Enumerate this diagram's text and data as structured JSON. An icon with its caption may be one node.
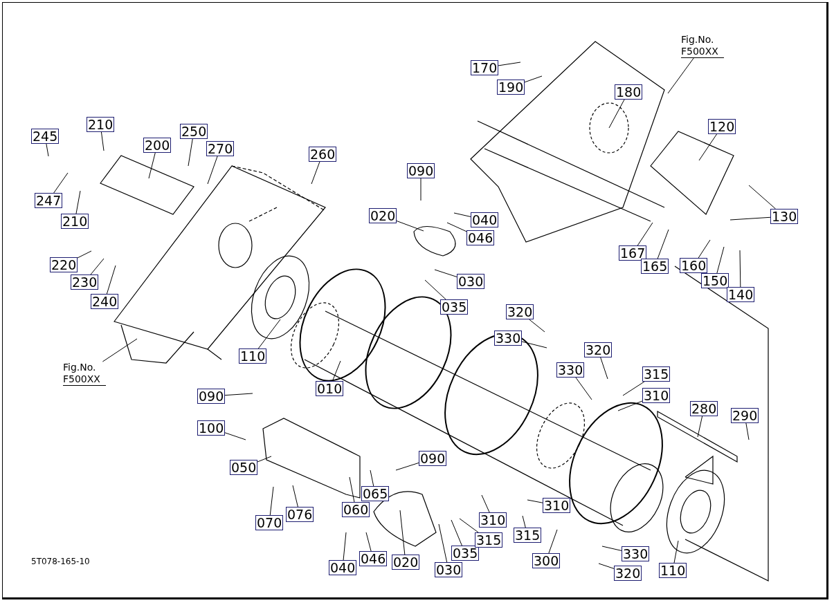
{
  "diagram": {
    "nodes": [
      {
        "text": [
          "245"
        ]
      },
      {
        "text": [
          "210"
        ]
      },
      {
        "text": [
          "200"
        ]
      },
      {
        "text": [
          "250"
        ]
      },
      {
        "text": [
          "270"
        ]
      },
      {
        "text": [
          "260"
        ]
      },
      {
        "text": [
          "247"
        ]
      },
      {
        "text": [
          "210"
        ]
      },
      {
        "text": [
          "220"
        ]
      },
      {
        "text": [
          "230"
        ]
      },
      {
        "text": [
          "240"
        ]
      },
      {
        "text": [
          "Fig.No. F500XX"
        ]
      },
      {
        "text": [
          "110"
        ]
      },
      {
        "text": [
          "010"
        ]
      },
      {
        "text": [
          "170"
        ]
      },
      {
        "text": [
          "190"
        ]
      },
      {
        "text": [
          "Fig.No. F500XX"
        ]
      },
      {
        "text": [
          "180"
        ]
      },
      {
        "text": [
          "120"
        ]
      },
      {
        "text": [
          "130"
        ]
      },
      {
        "text": [
          "090"
        ]
      },
      {
        "text": [
          "020"
        ]
      },
      {
        "text": [
          "040"
        ]
      },
      {
        "text": [
          "046"
        ]
      },
      {
        "text": [
          "030"
        ]
      },
      {
        "text": [
          "035"
        ]
      },
      {
        "text": [
          "167"
        ]
      },
      {
        "text": [
          "165"
        ]
      },
      {
        "text": [
          "160"
        ]
      },
      {
        "text": [
          "150"
        ]
      },
      {
        "text": [
          "140"
        ]
      },
      {
        "text": [
          "320"
        ]
      },
      {
        "text": [
          "330"
        ]
      },
      {
        "text": [
          "320"
        ]
      },
      {
        "text": [
          "330"
        ]
      },
      {
        "text": [
          "315"
        ]
      },
      {
        "text": [
          "310"
        ]
      },
      {
        "text": [
          "280"
        ]
      },
      {
        "text": [
          "290"
        ]
      },
      {
        "text": [
          "090"
        ]
      },
      {
        "text": [
          "100"
        ]
      },
      {
        "text": [
          "050"
        ]
      },
      {
        "text": [
          "090"
        ]
      },
      {
        "text": [
          "065"
        ]
      },
      {
        "text": [
          "060"
        ]
      },
      {
        "text": [
          "070"
        ]
      },
      {
        "text": [
          "076"
        ]
      },
      {
        "text": [
          "040"
        ]
      },
      {
        "text": [
          "046"
        ]
      },
      {
        "text": [
          "020"
        ]
      },
      {
        "text": [
          "030"
        ]
      },
      {
        "text": [
          "035"
        ]
      },
      {
        "text": [
          "310"
        ]
      },
      {
        "text": [
          "315"
        ]
      },
      {
        "text": [
          "310"
        ]
      },
      {
        "text": [
          "315"
        ]
      },
      {
        "text": [
          "300"
        ]
      },
      {
        "text": [
          "330"
        ]
      },
      {
        "text": [
          "320"
        ]
      },
      {
        "text": [
          "110"
        ]
      }
    ],
    "edges": [
      {
        "from": 0,
        "to": null,
        "arrow": "none"
      },
      {
        "from": 1,
        "to": null,
        "arrow": "none"
      },
      {
        "from": 2,
        "to": null,
        "arrow": "none"
      },
      {
        "from": 3,
        "to": null,
        "arrow": "none"
      },
      {
        "from": 4,
        "to": null,
        "arrow": "none"
      },
      {
        "from": 5,
        "to": null,
        "arrow": "none"
      },
      {
        "from": 6,
        "to": null,
        "arrow": "none"
      },
      {
        "from": 7,
        "to": null,
        "arrow": "none"
      },
      {
        "from": 8,
        "to": null,
        "arrow": "none"
      },
      {
        "from": 9,
        "to": null,
        "arrow": "none"
      },
      {
        "from": 10,
        "to": null,
        "arrow": "none"
      },
      {
        "from": 11,
        "to": null,
        "arrow": "none"
      },
      {
        "from": 12,
        "to": null,
        "arrow": "none"
      },
      {
        "from": 13,
        "to": null,
        "arrow": "none"
      },
      {
        "from": 14,
        "to": null,
        "arrow": "none"
      },
      {
        "from": 15,
        "to": null,
        "arrow": "none"
      },
      {
        "from": 16,
        "to": null,
        "arrow": "none"
      },
      {
        "from": 17,
        "to": null,
        "arrow": "none"
      },
      {
        "from": 18,
        "to": null,
        "arrow": "none"
      },
      {
        "from": 19,
        "to": null,
        "arrow": "none"
      },
      {
        "from": 19,
        "to": null,
        "arrow": "none"
      },
      {
        "from": 20,
        "to": null,
        "arrow": "none"
      },
      {
        "from": 21,
        "to": null,
        "arrow": "none"
      },
      {
        "from": 22,
        "to": null,
        "arrow": "none"
      },
      {
        "from": 23,
        "to": null,
        "arrow": "none"
      },
      {
        "from": 24,
        "to": null,
        "arrow": "none"
      },
      {
        "from": 25,
        "to": null,
        "arrow": "none"
      },
      {
        "from": 26,
        "to": null,
        "arrow": "none"
      },
      {
        "from": 27,
        "to": null,
        "arrow": "none"
      },
      {
        "from": 28,
        "to": null,
        "arrow": "none"
      },
      {
        "from": 29,
        "to": null,
        "arrow": "none"
      },
      {
        "from": 30,
        "to": null,
        "arrow": "none"
      },
      {
        "from": 31,
        "to": null,
        "arrow": "none"
      },
      {
        "from": 32,
        "to": null,
        "arrow": "none"
      },
      {
        "from": 33,
        "to": null,
        "arrow": "none"
      },
      {
        "from": 34,
        "to": null,
        "arrow": "none"
      },
      {
        "from": 35,
        "to": null,
        "arrow": "none"
      },
      {
        "from": 36,
        "to": null,
        "arrow": "none"
      },
      {
        "from": 37,
        "to": null,
        "arrow": "none"
      },
      {
        "from": 38,
        "to": null,
        "arrow": "none"
      },
      {
        "from": 39,
        "to": null,
        "arrow": "none"
      },
      {
        "from": 40,
        "to": null,
        "arrow": "none"
      },
      {
        "from": 41,
        "to": null,
        "arrow": "none"
      },
      {
        "from": 42,
        "to": null,
        "arrow": "none"
      },
      {
        "from": 43,
        "to": null,
        "arrow": "none"
      },
      {
        "from": 44,
        "to": null,
        "arrow": "none"
      },
      {
        "from": 45,
        "to": null,
        "arrow": "none"
      },
      {
        "from": 46,
        "to": null,
        "arrow": "none"
      },
      {
        "from": 47,
        "to": null,
        "arrow": "none"
      },
      {
        "from": 48,
        "to": null,
        "arrow": "none"
      },
      {
        "from": 49,
        "to": null,
        "arrow": "none"
      },
      {
        "from": 50,
        "to": null,
        "arrow": "none"
      },
      {
        "from": 51,
        "to": null,
        "arrow": "none"
      },
      {
        "from": 52,
        "to": null,
        "arrow": "none"
      },
      {
        "from": 53,
        "to": null,
        "arrow": "none"
      },
      {
        "from": 54,
        "to": null,
        "arrow": "none"
      },
      {
        "from": 55,
        "to": null,
        "arrow": "none"
      },
      {
        "from": 56,
        "to": null,
        "arrow": "none"
      },
      {
        "from": 57,
        "to": null,
        "arrow": "none"
      },
      {
        "from": 58,
        "to": null,
        "arrow": "none"
      },
      {
        "from": 59,
        "to": null,
        "arrow": "none"
      }
    ],
    "labels": [
      "5T078-165-10"
    ]
  }
}
